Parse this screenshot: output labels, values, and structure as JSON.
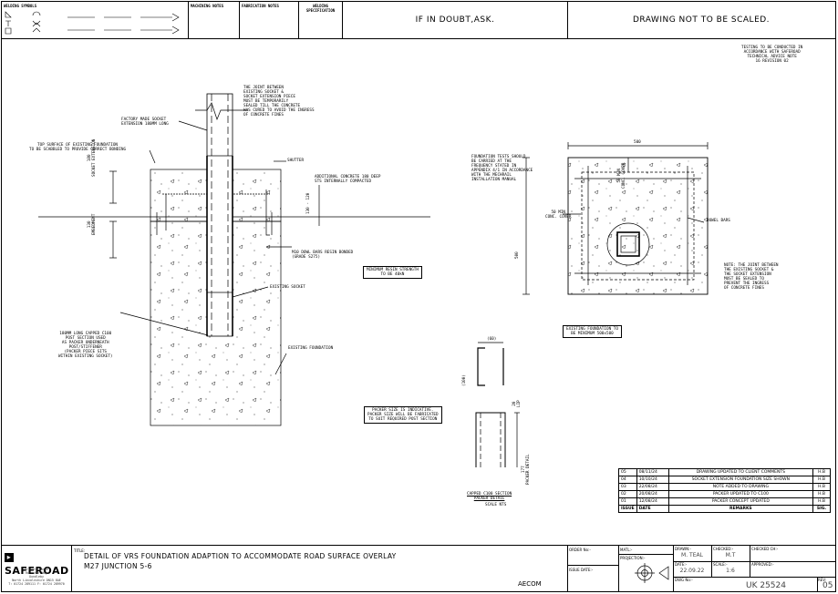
{
  "header": {
    "welding_symbols_title": "WELDING SYMBOLS",
    "welding_symbols": [
      "FILLET",
      "BEVEL BUTT",
      "SQUARE BUTT",
      "ARC",
      "SINGLE V BUTT",
      "SINGLE V BUTT"
    ],
    "machining_notes_title": "MACHINING NOTES",
    "fabrication_notes_title": "FABRICATION NOTES",
    "welding_spec_title": "WELDING SPECIFICATION",
    "if_in_doubt": "IF IN DOUBT,ASK.",
    "not_to_scale": "DRAWING NOT TO BE SCALED."
  },
  "notes": {
    "testing": "TESTING TO BE CONDUCTED IN\nACCORDANCE WITH SAFEROAD\nTECHNICAL ADVICE NOTE\n16 REVISION 02",
    "joint_top": "THE JOINT BETWEEN\nEXISTING SOCKET &\nSOCKET EXTENSION PIECE\nMUST BE TEMPORARILY\nSEALED TILL THE CONCRETE\nHAS CURED TO AVOID THE INGRESS\nOF CONCRETE FINES",
    "factory_socket": "FACTORY MADE SOCKET\nEXTENSION 180MM LONG",
    "top_surface": "TOP SURFACE OF EXISTING FOUNDATION\nTO BE SCABBLED TO PROVIDE CORRECT BONDING",
    "shutter": "SHUTTER",
    "additional_concrete": "ADDITIONAL CONCRETE 180 DEEP\nSTS INTERNALLY COMPACTED",
    "socket_extension_dim": "180\nSOCKET EXTENSION",
    "embedment_dim": "130\nEMBEDMENT",
    "dim_130_120": "130 - 120",
    "dowel_bars": "M10 DOWL BARS RESIN BONDED\n(GRADE S275)",
    "min_resin": "MINIMUM RESIN STRENGTH\nTO BE 40kN",
    "existing_socket": "EXISTING SOCKET",
    "capped_post": "180MM LONG CAPPED C100\nPOST SECTION USED\nAS PACKER UNDERNEATH\nPOST/STIFFENER\n(PACKER PIECE SITS\nWITHIN EXISTING SOCKET)",
    "existing_foundation": "EXISTING FOUNDATION",
    "foundation_tests": "FOUNDATION TESTS SHOULD\nBE CARRIED AT THE\nFREQUENCY STATED IN\nAPPENDIX 4/1 IN ACCORDANCE\nWITH THE MECHRAIL\nINSTALLATION MANUAL",
    "dim_500_top": "500",
    "dim_500_side": "500",
    "cover_top": "50 MIN\nCONC. COVER",
    "cover_left": "50 MIN\nCONC. COVER",
    "dowel_bars_plan": "DOWEL BARS",
    "joint_right": "NOTE: THE JOINT BETWEEN\nTHE EXISTING SOCKET &\nTHE SOCKET EXTENSION\nMUST BE SEALED TO\nPREVENT THE INGRESS\nOF CONCRETE FINES",
    "existing_found_min": "EXISTING FOUNDATION TO\nBE MINIMUM 500x500",
    "packer_size": "PACKER SIZE IS INDICATIVE.\nPACKER SIZE WILL BE FABRICATED\nTO SUIT REQUIRED POST SECTION",
    "dim_60": "(60)",
    "dim_100": "(100)",
    "dim_20": "20\nLIP",
    "dim_177": "177\nPACKER DETAIL",
    "packer_title": "CAPPED C100 SECTION\nPACKER DETAIL",
    "packer_scale": "SCALE NTS"
  },
  "revisions": [
    {
      "rev": "05",
      "date": "08/11/24",
      "remark": "DRAWING UPDATED TO CLIENT COMMENTS",
      "sig": "H.B"
    },
    {
      "rev": "04",
      "date": "10/10/24",
      "remark": "SOCKET EXTENSION FOUNDATION SIZE SHOWN",
      "sig": "H.B"
    },
    {
      "rev": "03",
      "date": "22/08/24",
      "remark": "NOTE ADDED TO DRAWING",
      "sig": "H.B"
    },
    {
      "rev": "02",
      "date": "20/08/24",
      "remark": "PACKER UPDATED TO C100",
      "sig": "H.B"
    },
    {
      "rev": "01",
      "date": "12/08/24",
      "remark": "PACKER CONCEPT UPDATED",
      "sig": "H.B"
    }
  ],
  "revision_headers": {
    "rev": "ISSUE",
    "date": "DATE",
    "remark": "REMARKS",
    "sig": "SIG."
  },
  "title_block": {
    "company": "SAFEROAD",
    "company_address": "Orchard House\nRocester Way\nOundleby\nNorth Lincolnshire DN15 8AE\nT: 01724 289111 F: 01724 289970",
    "title_label": "TITLE:",
    "title_line1": "DETAIL OF VRS FOUNDATION ADAPTION TO ACCOMMODATE ROAD SURFACE OVERLAY",
    "title_line2": "M27 JUNCTION 5-6",
    "client": "AECOM",
    "order_no_label": "ORDER No:-",
    "projection_label": "PROJECTION:-",
    "issue_date_label": "ISSUE DATE:-",
    "material_label": "MATL:-",
    "drawn_label": "DRAWN:-",
    "drawn_value": "M. TEAL",
    "checked_label": "CHECKED:-",
    "checked_value": "M.T",
    "checked2_label": "CHECKED CH:-",
    "date_label": "DATE:-",
    "date_value": "22.09.22",
    "scale_label": "SCALE:-",
    "scale_value": "1:6",
    "approved_label": "APPROVED:-",
    "dwg_no_label": "DWG No:-",
    "dwg_no_value": "UK 25524",
    "rev_label": "REV:",
    "rev_value": "05"
  }
}
